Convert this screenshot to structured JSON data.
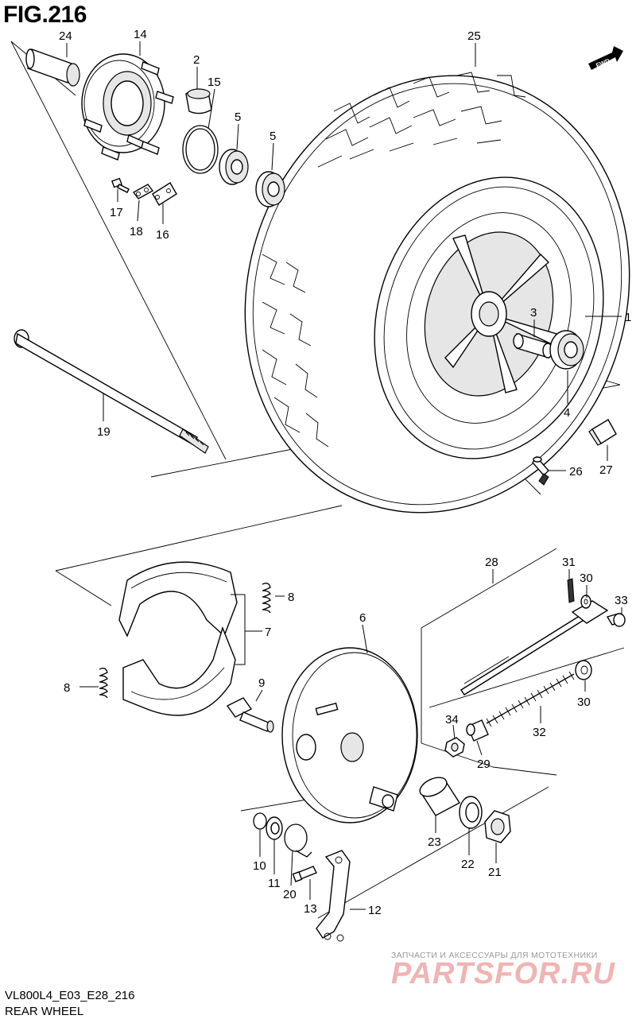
{
  "figure": {
    "title": "FIG.216",
    "model_code": "VL800L4_E03_E28_216",
    "section_title": "REAR WHEEL",
    "fwd_badge": "FWD"
  },
  "watermark": {
    "tagline": "ЗАПЧАСТИ И АКСЕССУАРЫ ДЛЯ МОТОТЕХНИКИ",
    "logo": "PARTSFOR.RU"
  },
  "callouts": [
    "24",
    "14",
    "2",
    "15",
    "5",
    "5",
    "25",
    "17",
    "18",
    "16",
    "1",
    "3",
    "19",
    "4",
    "26",
    "27",
    "28",
    "31",
    "30",
    "33",
    "8",
    "7",
    "6",
    "8",
    "9",
    "30",
    "34",
    "32",
    "29",
    "10",
    "11",
    "20",
    "23",
    "22",
    "21",
    "13",
    "12"
  ]
}
